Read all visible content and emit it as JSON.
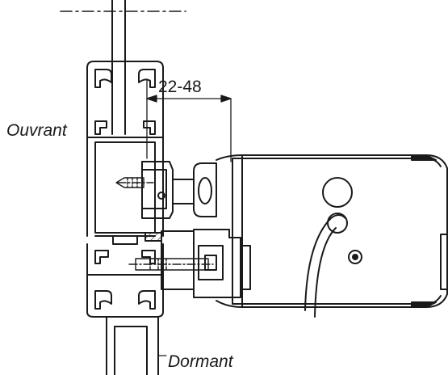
{
  "labels": {
    "sash": "Ouvrant",
    "frame": "Dormant",
    "dimension": "22-48"
  },
  "colors": {
    "line": "#1a1a1a",
    "background": "#ffffff",
    "shade": "#c8c8c8"
  }
}
